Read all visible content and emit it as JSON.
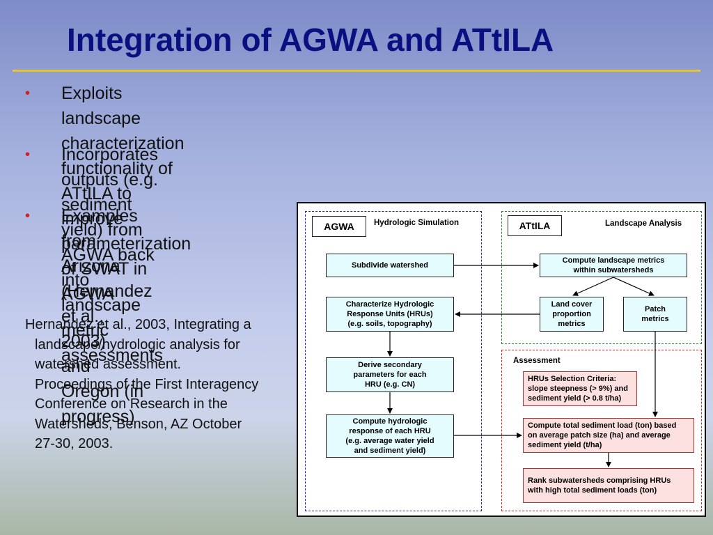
{
  "title": "Integration of AGWA and ATtILA",
  "bullets": [
    "Exploits landscape characterization functionality of ATtILA to improve\nparameterization of SWAT in AGWA",
    "Incorporates outputs (e.g. sediment yield) from AGWA back into\nlandscape metric assessments",
    "Examples from Arizona\n(Hernandez et al., 2003)\nand Oregon (in progress)"
  ],
  "reference": {
    "line1": "Hernandez et al., 2003, Integrating a",
    "rest": "landscape/hydrologic analysis for\nwatershed assessment.\nProceedings of the First Interagency\nConference on Research in the\nWatersheds, Benson, AZ October\n27-30, 2003."
  },
  "diagram": {
    "agwa_label": "AGWA",
    "hydro_label": "Hydrologic Simulation",
    "attila_label": "ATtILA",
    "landscape_label": "Landscape Analysis",
    "assessment_label": "Assessment",
    "subdivide": "Subdivide watershed",
    "characterize": "Characterize Hydrologic\nResponse Units (HRUs)\n(e.g. soils, topography)",
    "derive": "Derive secondary\nparameters for each\nHRU (e.g. CN)",
    "compute_hydro": "Compute hydrologic\nresponse of each HRU\n(e.g. average water yield\nand sediment yield)",
    "compute_landscape": "Compute landscape metrics\nwithin subwatersheds",
    "land_cover": "Land cover\nproportion\nmetrics",
    "patch": "Patch\nmetrics",
    "hru_criteria": "HRUs Selection Criteria:\nslope steepness (> 9%) and\nsediment yield (> 0.8 t/ha)",
    "total_sediment": "Compute total sediment load (ton) based\non average patch size (ha) and average\nsediment yield (t/ha)",
    "rank": "Rank subwatersheds comprising HRUs\nwith high total sediment loads (ton)"
  }
}
